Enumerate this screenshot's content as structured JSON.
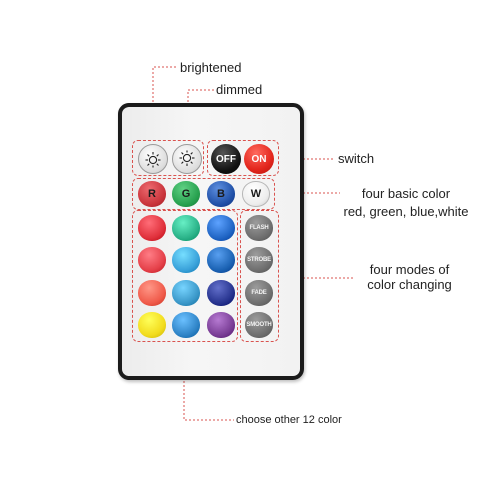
{
  "annotations": {
    "brightened": "brightened",
    "dimmed": "dimmed",
    "switch": "switch",
    "basic_color_line1": "four basic color",
    "basic_color_line2": "red, green, blue,white",
    "modes_line1": "four modes of",
    "modes_line2": "color changing",
    "other_colors": "choose other 12 color"
  },
  "remote": {
    "brightness_row": [
      {
        "name": "brighten-button",
        "icon": "sun-up-icon"
      },
      {
        "name": "dim-button",
        "icon": "sun-down-icon"
      }
    ],
    "off_label": "OFF",
    "on_label": "ON",
    "basic_colors": [
      {
        "label": "R",
        "color": "#c8333a"
      },
      {
        "label": "G",
        "color": "#27a04e"
      },
      {
        "label": "B",
        "color": "#1f4fa6"
      },
      {
        "label": "W",
        "color": "#f4f4f4"
      }
    ],
    "color_grid": [
      [
        "#e0313c",
        "#2bb389",
        "#2166c5"
      ],
      [
        "#e5414a",
        "#3aa2da",
        "#1c63b4"
      ],
      [
        "#f05b4b",
        "#3b98c9",
        "#27348f"
      ],
      [
        "#f2dc1e",
        "#2f84c7",
        "#7a3e96"
      ]
    ],
    "modes": [
      "FLASH",
      "STROBE",
      "FADE",
      "SMOOTH"
    ]
  }
}
